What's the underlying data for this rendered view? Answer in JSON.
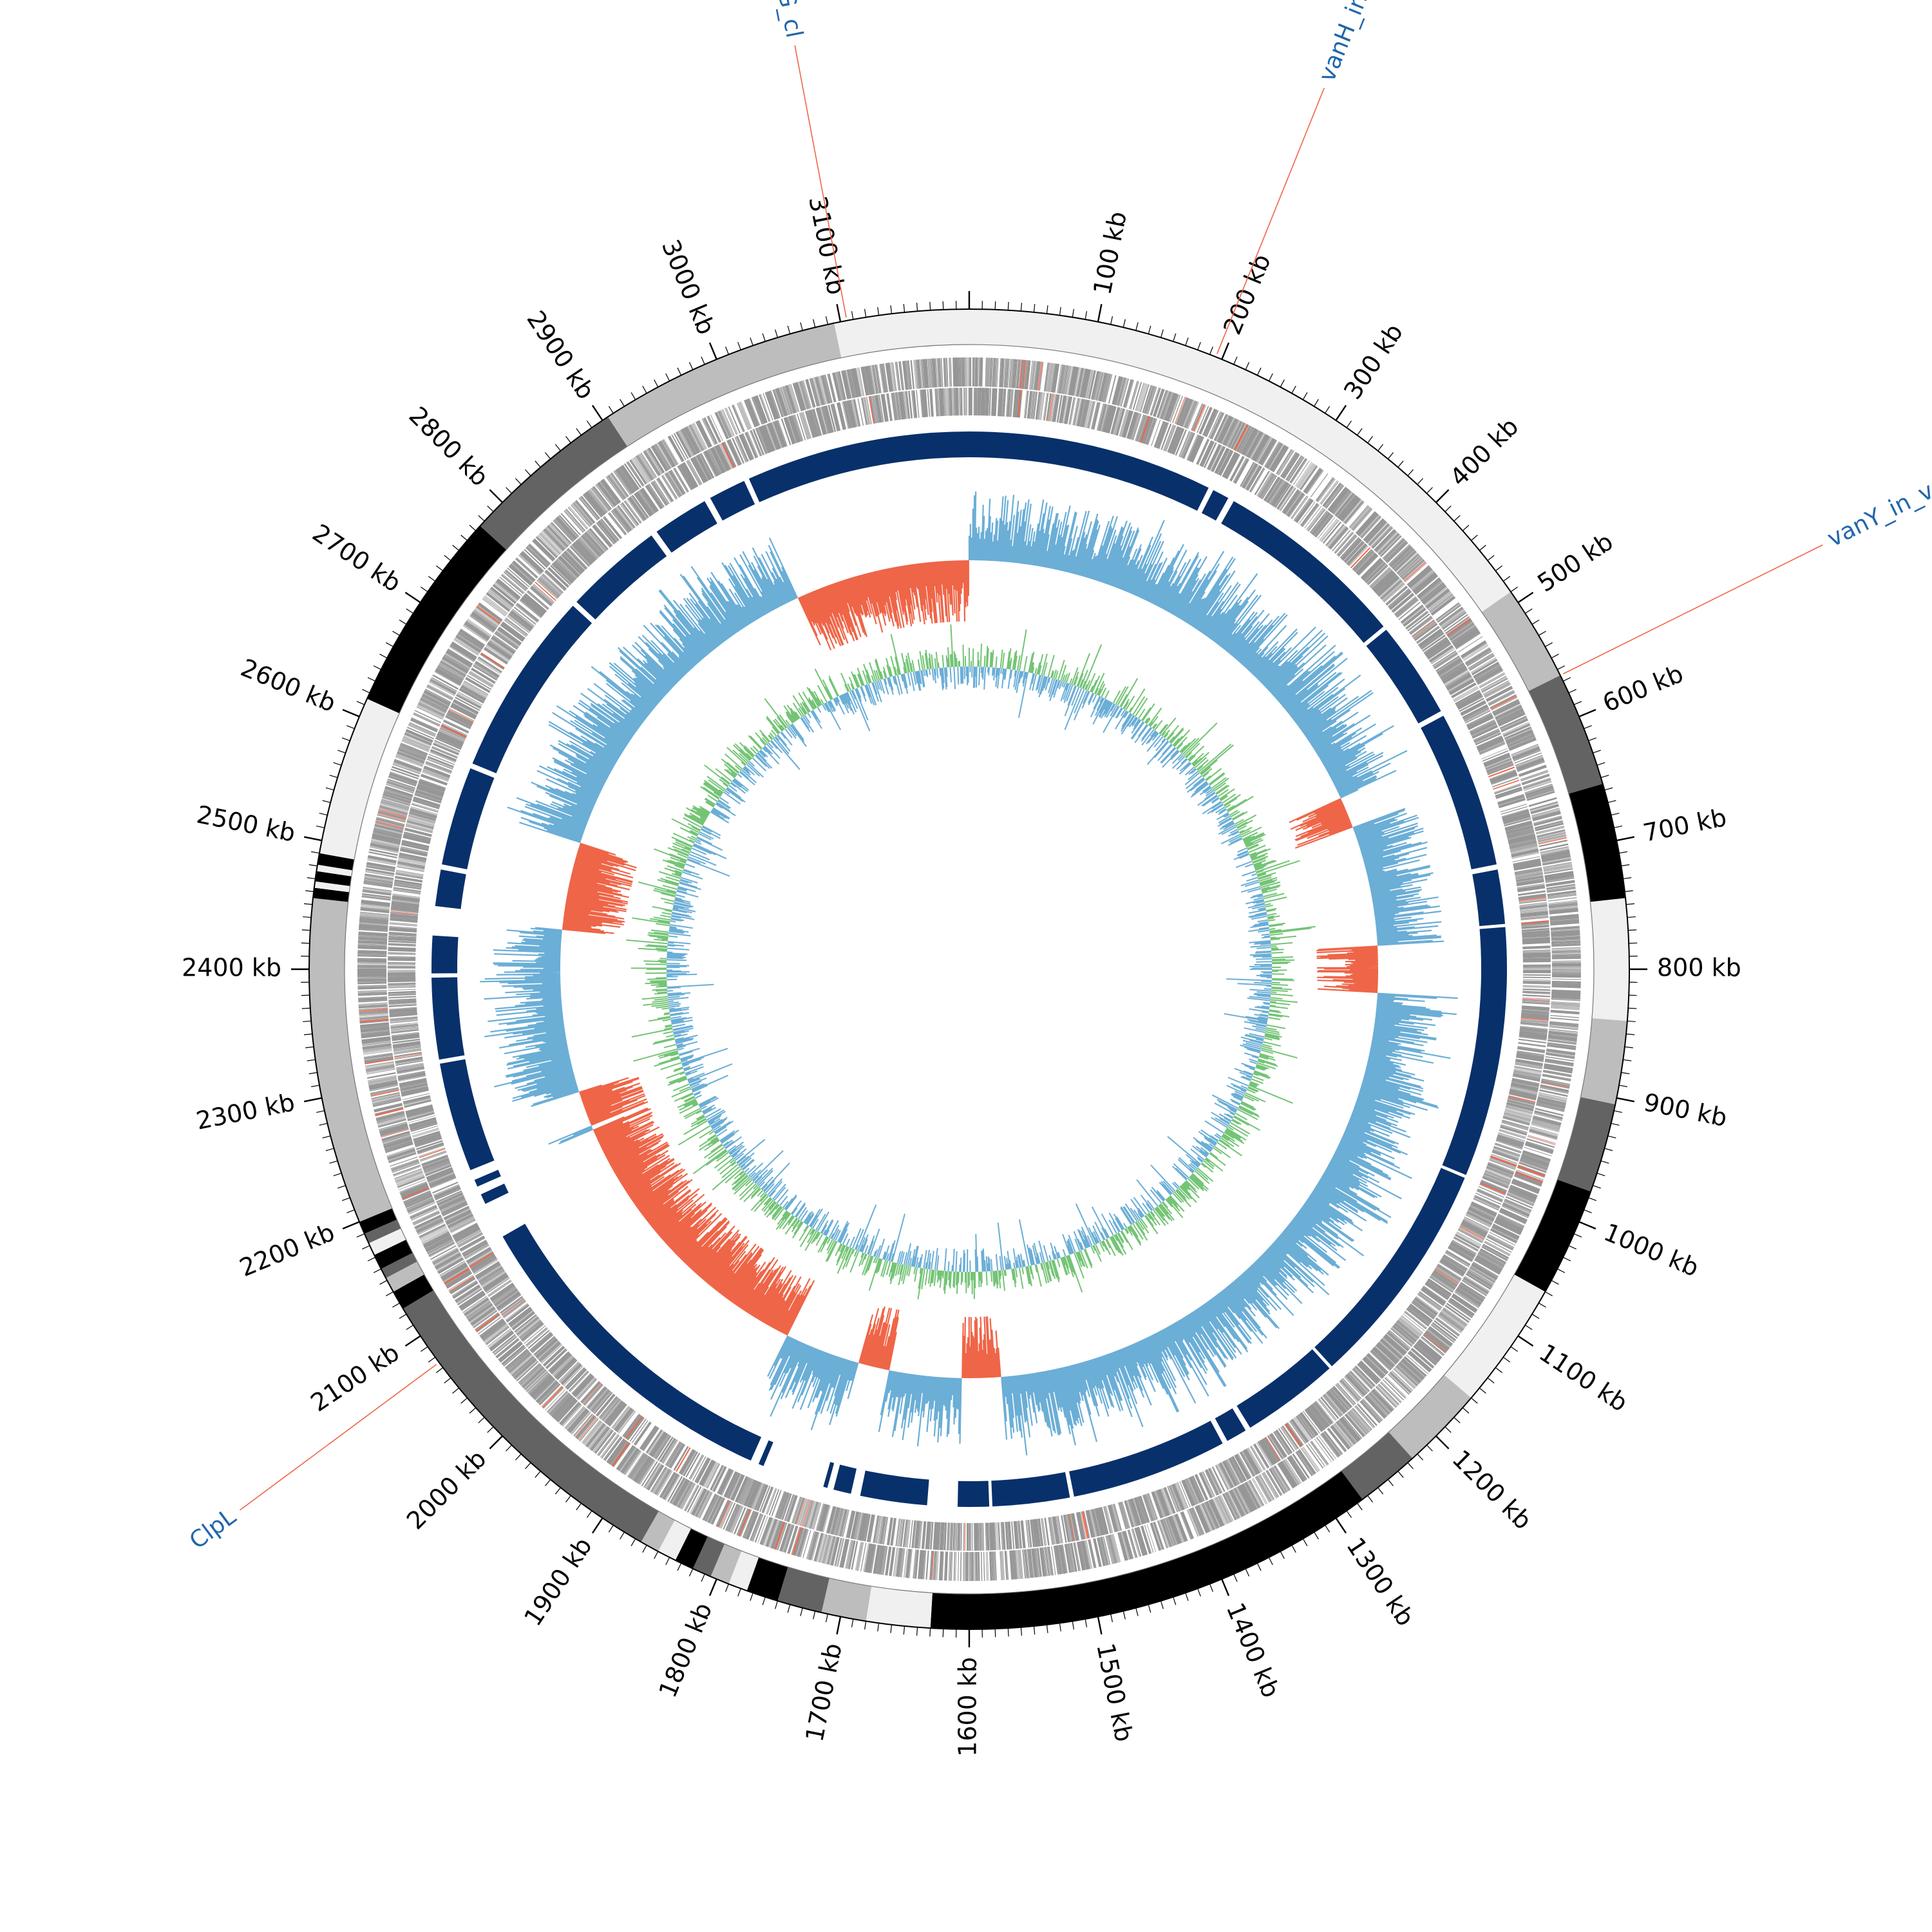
{
  "genome": {
    "length_kb": 3200,
    "tick_labels": [
      "100 kb",
      "200 kb",
      "300 kb",
      "400 kb",
      "500 kb",
      "600 kb",
      "700 kb",
      "800 kb",
      "900 kb",
      "1000 kb",
      "1100 kb",
      "1200 kb",
      "1300 kb",
      "1400 kb",
      "1500 kb",
      "1600 kb",
      "1700 kb",
      "1800 kb",
      "1900 kb",
      "2000 kb",
      "2100 kb",
      "2200 kb",
      "2300 kb",
      "2400 kb",
      "2500 kb",
      "2600 kb",
      "2700 kb",
      "2800 kb",
      "2900 kb",
      "3000 kb",
      "3100 kb"
    ]
  },
  "annotations": [
    {
      "label": "vanT_in_vanG_cl",
      "position_kb": 3105
    },
    {
      "label": "vanH_in_vanA_cl",
      "position_kb": 195
    },
    {
      "label": "vanY_in_vanB_cl",
      "position_kb": 565
    },
    {
      "label": "ClpL",
      "position_kb": 2075
    }
  ],
  "contigs": [
    {
      "start": 0,
      "end": 490,
      "shade": "#f0f0f0"
    },
    {
      "start": 490,
      "end": 565,
      "shade": "#bdbdbd"
    },
    {
      "start": 565,
      "end": 655,
      "shade": "#636363"
    },
    {
      "start": 655,
      "end": 745,
      "shade": "#000000"
    },
    {
      "start": 745,
      "end": 840,
      "shade": "#f0f0f0"
    },
    {
      "start": 840,
      "end": 905,
      "shade": "#bdbdbd"
    },
    {
      "start": 905,
      "end": 975,
      "shade": "#636363"
    },
    {
      "start": 975,
      "end": 1060,
      "shade": "#000000"
    },
    {
      "start": 1060,
      "end": 1160,
      "shade": "#f0f0f0"
    },
    {
      "start": 1160,
      "end": 1225,
      "shade": "#bdbdbd"
    },
    {
      "start": 1225,
      "end": 1275,
      "shade": "#636363"
    },
    {
      "start": 1275,
      "end": 1630,
      "shade": "#000000"
    },
    {
      "start": 1630,
      "end": 1680,
      "shade": "#f0f0f0"
    },
    {
      "start": 1680,
      "end": 1715,
      "shade": "#bdbdbd"
    },
    {
      "start": 1715,
      "end": 1750,
      "shade": "#636363"
    },
    {
      "start": 1750,
      "end": 1775,
      "shade": "#000000"
    },
    {
      "start": 1775,
      "end": 1790,
      "shade": "#f0f0f0"
    },
    {
      "start": 1790,
      "end": 1805,
      "shade": "#bdbdbd"
    },
    {
      "start": 1805,
      "end": 1820,
      "shade": "#636363"
    },
    {
      "start": 1820,
      "end": 1835,
      "shade": "#000000"
    },
    {
      "start": 1835,
      "end": 1850,
      "shade": "#f0f0f0"
    },
    {
      "start": 1850,
      "end": 1865,
      "shade": "#bdbdbd"
    },
    {
      "start": 1865,
      "end": 2125,
      "shade": "#636363"
    },
    {
      "start": 2125,
      "end": 2140,
      "shade": "#000000"
    },
    {
      "start": 2140,
      "end": 2152,
      "shade": "#bdbdbd"
    },
    {
      "start": 2152,
      "end": 2160,
      "shade": "#636363"
    },
    {
      "start": 2160,
      "end": 2172,
      "shade": "#000000"
    },
    {
      "start": 2172,
      "end": 2182,
      "shade": "#f0f0f0"
    },
    {
      "start": 2182,
      "end": 2190,
      "shade": "#636363"
    },
    {
      "start": 2190,
      "end": 2200,
      "shade": "#000000"
    },
    {
      "start": 2200,
      "end": 2455,
      "shade": "#bdbdbd"
    },
    {
      "start": 2455,
      "end": 2463,
      "shade": "#000000"
    },
    {
      "start": 2463,
      "end": 2468,
      "shade": "#f0f0f0"
    },
    {
      "start": 2468,
      "end": 2476,
      "shade": "#000000"
    },
    {
      "start": 2476,
      "end": 2481,
      "shade": "#f0f0f0"
    },
    {
      "start": 2481,
      "end": 2490,
      "shade": "#000000"
    },
    {
      "start": 2490,
      "end": 2615,
      "shade": "#f0f0f0"
    },
    {
      "start": 2615,
      "end": 2775,
      "shade": "#000000"
    },
    {
      "start": 2775,
      "end": 2905,
      "shade": "#636363"
    },
    {
      "start": 2905,
      "end": 3095,
      "shade": "#bdbdbd"
    },
    {
      "start": 3095,
      "end": 3200,
      "shade": "#f0f0f0"
    }
  ],
  "alignment_blocks": [
    {
      "start": 0,
      "end": 235
    },
    {
      "start": 240,
      "end": 256
    },
    {
      "start": 262,
      "end": 448
    },
    {
      "start": 452,
      "end": 545
    },
    {
      "start": 550,
      "end": 700
    },
    {
      "start": 705,
      "end": 757
    },
    {
      "start": 760,
      "end": 1000
    },
    {
      "start": 1003,
      "end": 1223
    },
    {
      "start": 1226,
      "end": 1320
    },
    {
      "start": 1325,
      "end": 1345
    },
    {
      "start": 1350,
      "end": 1500
    },
    {
      "start": 1504,
      "end": 1578
    },
    {
      "start": 1581,
      "end": 1611
    },
    {
      "start": 1640,
      "end": 1704
    },
    {
      "start": 1713,
      "end": 1730
    },
    {
      "start": 1736,
      "end": 1740
    },
    {
      "start": 1800,
      "end": 1805
    },
    {
      "start": 1813,
      "end": 2135
    },
    {
      "start": 2170,
      "end": 2180
    },
    {
      "start": 2188,
      "end": 2195
    },
    {
      "start": 2205,
      "end": 2310
    },
    {
      "start": 2314,
      "end": 2392
    },
    {
      "start": 2396,
      "end": 2432
    },
    {
      "start": 2460,
      "end": 2495
    },
    {
      "start": 2500,
      "end": 2595
    },
    {
      "start": 2600,
      "end": 2778
    },
    {
      "start": 2783,
      "end": 2878
    },
    {
      "start": 2884,
      "end": 2938
    },
    {
      "start": 2944,
      "end": 2980
    },
    {
      "start": 2985,
      "end": 3200
    }
  ],
  "gc_skew_negative_regions": [
    {
      "start": 2980,
      "end": 3200
    },
    {
      "start": 580,
      "end": 620
    },
    {
      "start": 770,
      "end": 830
    },
    {
      "start": 1560,
      "end": 1610
    },
    {
      "start": 1700,
      "end": 1740
    },
    {
      "start": 1835,
      "end": 2195
    },
    {
      "start": 2200,
      "end": 2245
    },
    {
      "start": 2450,
      "end": 2560
    }
  ],
  "colors": {
    "annotation_text": "#2166ac",
    "annotation_line": "#ef6548",
    "alignment_block": "#08306b",
    "feature_gray": "#969696",
    "skew_positive": "#6baed6",
    "skew_positive_fill": "#9ecae1",
    "skew_negative": "#ef6548",
    "skew_negative_fill": "#fc9272",
    "gc_content_positive": "#74c476",
    "gc_content_negative": "#6baed6"
  }
}
